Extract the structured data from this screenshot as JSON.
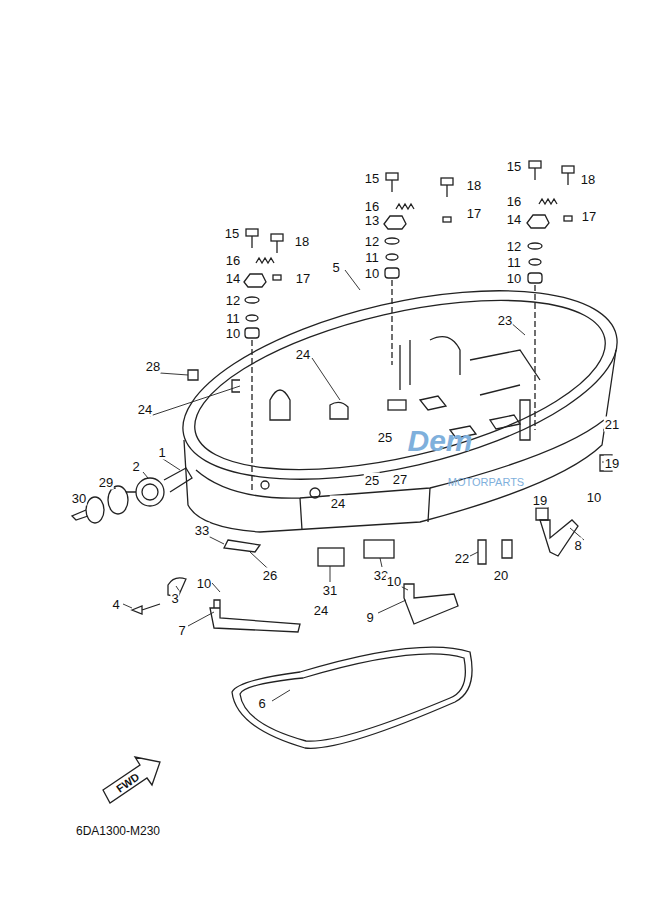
{
  "diagram": {
    "labels": [
      "15",
      "18",
      "16",
      "14",
      "17",
      "12",
      "11",
      "10",
      "5",
      "15",
      "18",
      "16",
      "13",
      "17",
      "12",
      "11",
      "10",
      "15",
      "18",
      "16",
      "14",
      "17",
      "12",
      "11",
      "10",
      "23",
      "28",
      "24",
      "24",
      "25",
      "25",
      "27",
      "24",
      "21",
      "19",
      "10",
      "19",
      "1",
      "2",
      "29",
      "30",
      "33",
      "26",
      "31",
      "32",
      "22",
      "20",
      "8",
      "3",
      "4",
      "10",
      "24",
      "7",
      "10",
      "9",
      "6",
      "FWD",
      "6DA1300-M230",
      "Dem",
      "MOTORPARTS"
    ]
  }
}
